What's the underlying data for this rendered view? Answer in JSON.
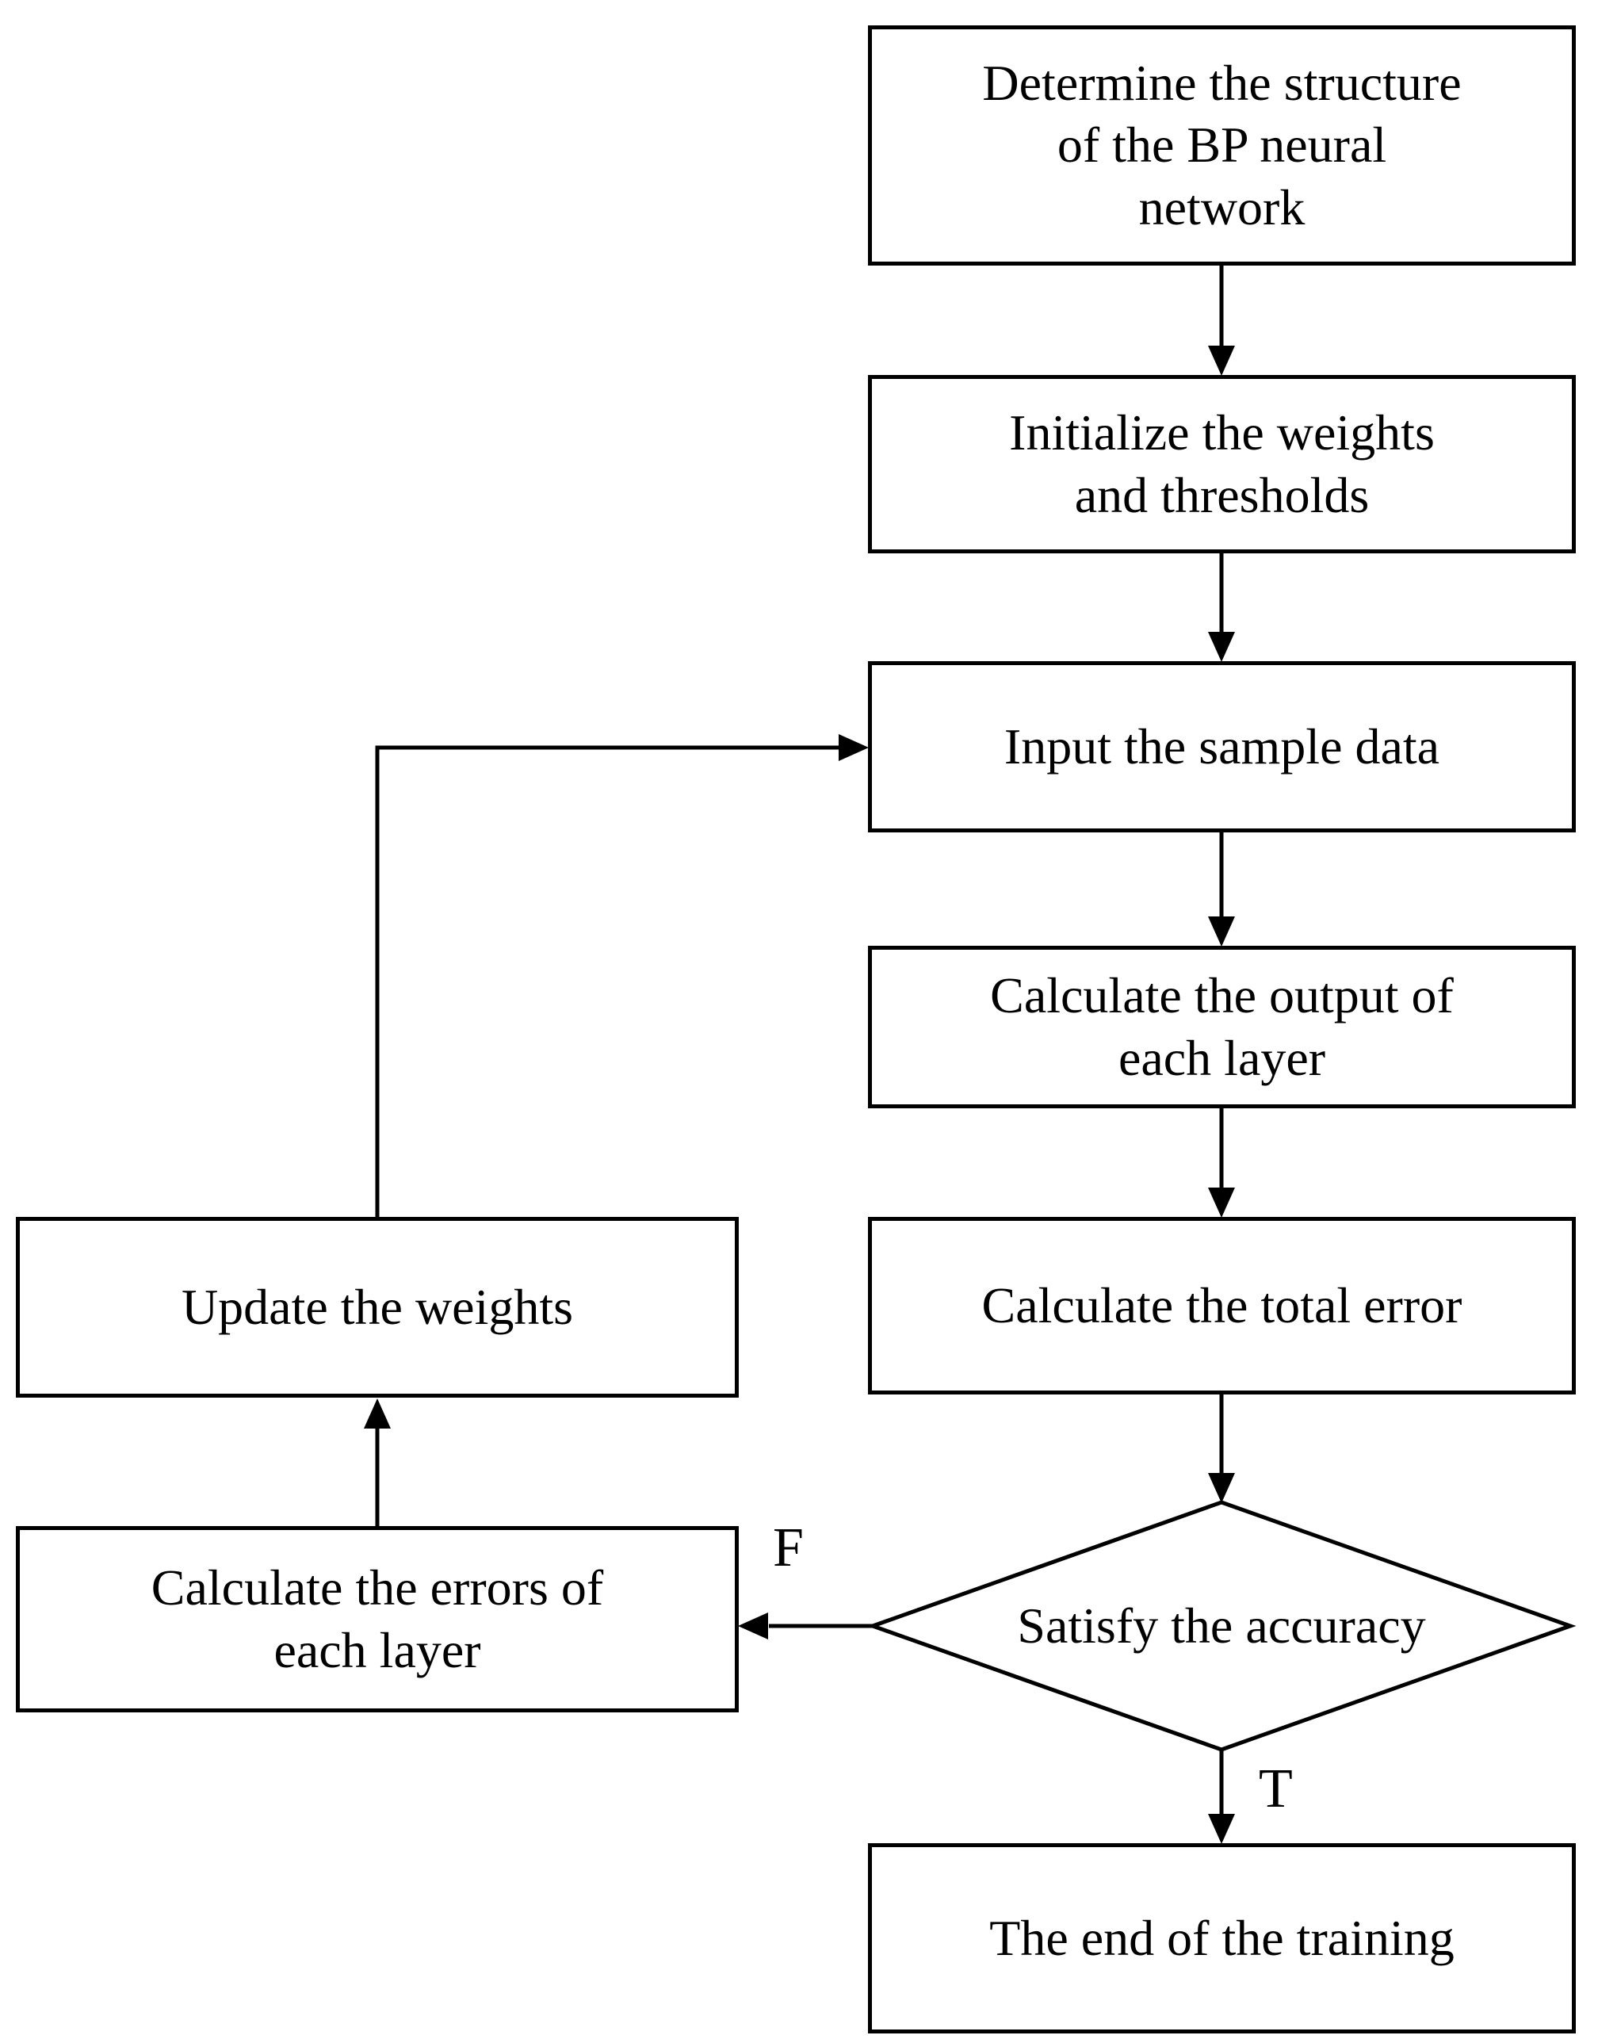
{
  "figure": {
    "type": "flowchart",
    "title": "BP neural network training flowchart",
    "background_color": "#ffffff",
    "line_color": "#000000",
    "text_color": "#000000"
  },
  "nodes": {
    "determine_structure": {
      "shape": "rect",
      "label": "Determine the structure\nof the BP neural\nnetwork"
    },
    "initialize_weights": {
      "shape": "rect",
      "label": "Initialize the weights\nand thresholds"
    },
    "input_sample": {
      "shape": "rect",
      "label": "Input the sample data"
    },
    "calc_output": {
      "shape": "rect",
      "label": "Calculate the output of\neach layer"
    },
    "calc_total_error": {
      "shape": "rect",
      "label": "Calculate the total error"
    },
    "satisfy_accuracy": {
      "shape": "diamond",
      "label": "Satisfy the accuracy"
    },
    "end_training": {
      "shape": "rect",
      "label": "The end of the training"
    },
    "update_weights": {
      "shape": "rect",
      "label": "Update the weights"
    },
    "calc_errors": {
      "shape": "rect",
      "label": "Calculate the errors of\neach layer"
    }
  },
  "edges": [
    {
      "from": "determine_structure",
      "to": "initialize_weights",
      "label": ""
    },
    {
      "from": "initialize_weights",
      "to": "input_sample",
      "label": ""
    },
    {
      "from": "input_sample",
      "to": "calc_output",
      "label": ""
    },
    {
      "from": "calc_output",
      "to": "calc_total_error",
      "label": ""
    },
    {
      "from": "calc_total_error",
      "to": "satisfy_accuracy",
      "label": ""
    },
    {
      "from": "satisfy_accuracy",
      "to": "end_training",
      "label": "T"
    },
    {
      "from": "satisfy_accuracy",
      "to": "calc_errors",
      "label": "F"
    },
    {
      "from": "calc_errors",
      "to": "update_weights",
      "label": ""
    },
    {
      "from": "update_weights",
      "to": "input_sample",
      "label": ""
    }
  ]
}
